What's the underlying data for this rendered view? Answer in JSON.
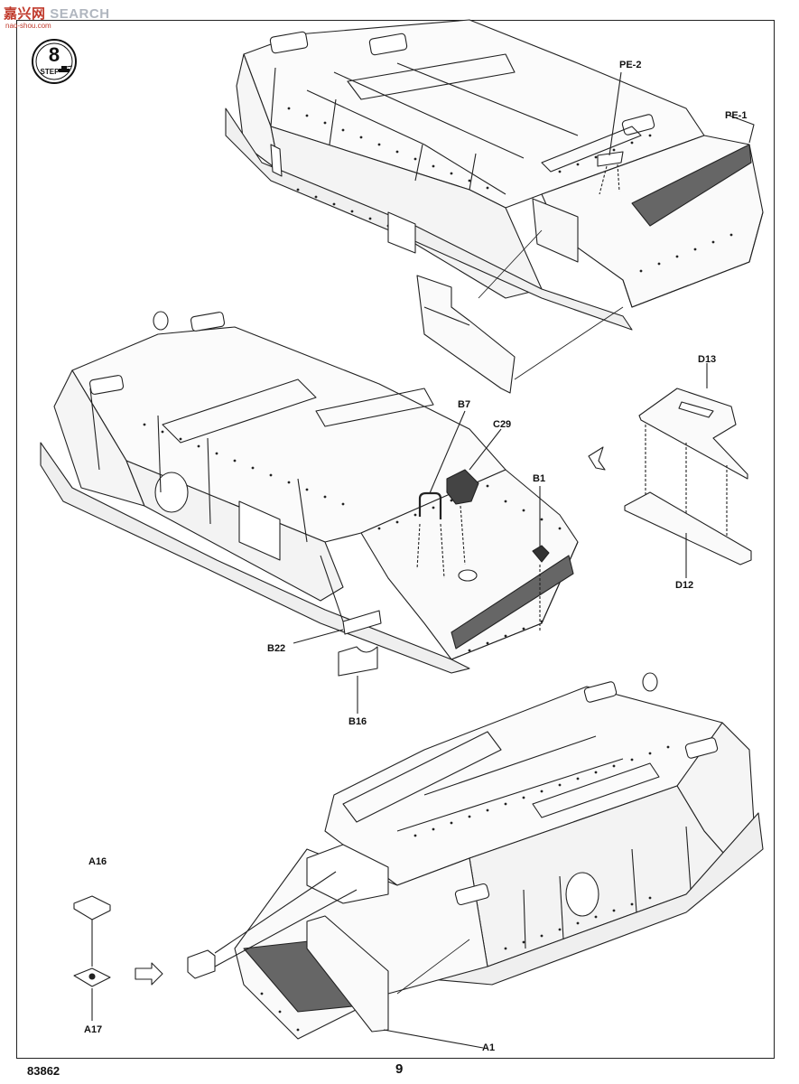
{
  "watermark": {
    "brand_cn": "嘉兴网",
    "brand_en": "SEARCH",
    "site": "nao-shou.com"
  },
  "step": {
    "label": "STEP",
    "number": "8"
  },
  "parts": {
    "pe2": "PE-2",
    "pe1": "PE-1",
    "d13": "D13",
    "d12": "D12",
    "b7": "B7",
    "c29": "C29",
    "b1": "B1",
    "b22": "B22",
    "b16": "B16",
    "a16": "A16",
    "a17": "A17",
    "a1": "A1"
  },
  "footer": {
    "kit_number": "83862",
    "page_number": "9"
  }
}
